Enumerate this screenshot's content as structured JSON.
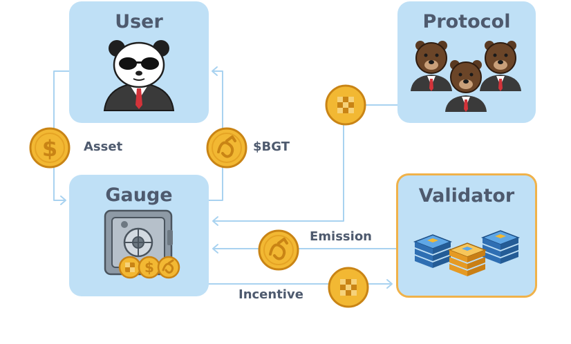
{
  "boxes": {
    "user": "User",
    "protocol": "Protocol",
    "gauge": "Gauge",
    "validator": "Validator"
  },
  "labels": {
    "asset": "Asset",
    "bgt": "$BGT",
    "emission": "Emission",
    "incentive": "Incentive"
  },
  "colors": {
    "box_fill": "#bfe0f6",
    "validator_border": "#f0b24a",
    "arrow": "#a8d2f0",
    "text": "#4e5a6e",
    "coin_gold": "#f2b833",
    "coin_dark": "#c98415"
  },
  "icons": {
    "user": "panda-character-icon",
    "protocol": "bear-group-icon",
    "gauge": "safe-vault-icon",
    "validator": "server-stack-icon",
    "asset_coin": "dollar-coin-icon",
    "bgt_coin": "bgt-coin-icon",
    "protocol_coin": "checkered-coin-icon"
  }
}
